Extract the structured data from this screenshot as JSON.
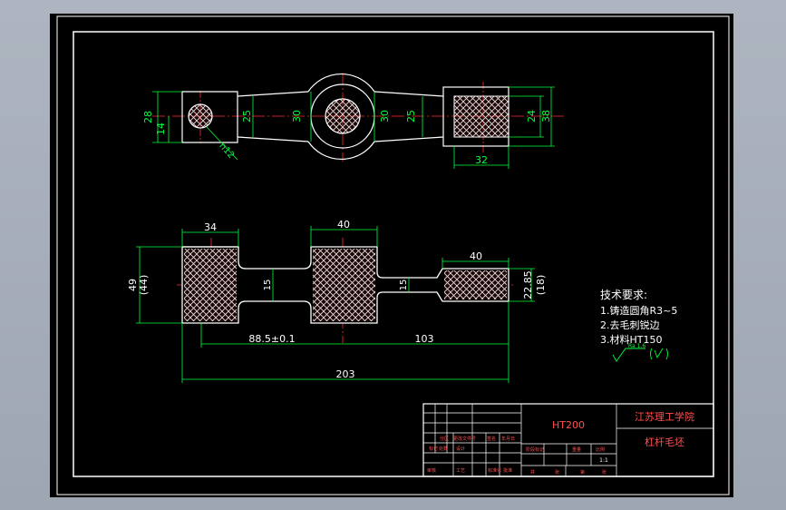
{
  "colors": {
    "background": "#000000",
    "frame": "#ffffff",
    "part": "#ffffff",
    "hatch": "#e8e8e8",
    "center": "#ff2a2a",
    "dimension": "#00ff3c",
    "label_text": "#ffffff",
    "title_text": "#ff5050",
    "table": "#ffffff",
    "table_text": "#ffff40",
    "viewport": "#aeb5c0"
  },
  "top_view": {
    "dims": {
      "d28": "28",
      "d14": "14",
      "d25_left": "25",
      "d30_left": "30",
      "d30_right": "30",
      "d25_right": "25",
      "d24": "24",
      "d38": "38",
      "d32": "32",
      "radius_leader": "n12"
    }
  },
  "front_view": {
    "dims": {
      "d34": "34",
      "d40_mid": "40",
      "d40_right": "40",
      "d49": "49",
      "d44": "(44)",
      "d15_left": "15",
      "d15_right": "15",
      "d22_85": "22.85",
      "d18": "(18)",
      "d88_5": "88.5±0.1",
      "d103": "103",
      "d203": "203"
    }
  },
  "tech_notes": {
    "heading": "技术要求:",
    "item1": "1.铸造圆角R3~5",
    "item2": "2.去毛刺锐边",
    "item3": "3.材料HT150",
    "roughness": "Ra 1.6"
  },
  "title_block": {
    "material": "HT200",
    "school": "江苏理工学院",
    "part_name": "杠杆毛坯",
    "scale": "1:1",
    "cells": {
      "c1": "标记",
      "c2": "处数",
      "c3": "分区",
      "c4": "更改文件号",
      "c5": "签名",
      "c6": "年月日",
      "c7": "设计",
      "c8": "标准化",
      "c9": "阶段标记",
      "c10": "重量",
      "c11": "比例",
      "c12": "审核",
      "c13": "工艺",
      "c14": "批准",
      "c15": "共",
      "c16": "张",
      "c17": "第",
      "c18": "张"
    }
  }
}
